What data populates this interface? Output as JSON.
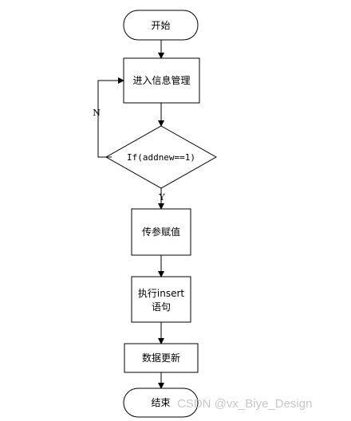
{
  "nodes": {
    "start": "开始",
    "info": "进入信息管理",
    "decision": "If(addnew==1)",
    "params": "传参赋值",
    "exec_line1": "执行insert",
    "exec_line2": "语句",
    "update": "数据更新",
    "end": "结束"
  },
  "edges": {
    "no_label": "N",
    "yes_label": "Y"
  },
  "watermark": "CSDN @vx_Biye_Design"
}
